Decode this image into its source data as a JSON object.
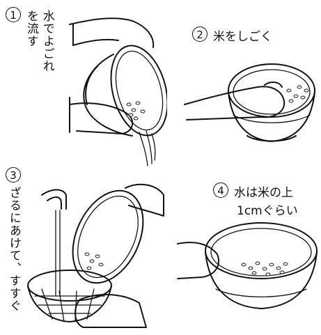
{
  "steps": [
    {
      "number": "1",
      "text_line1": "水でよごれ",
      "text_line2": "を流す"
    },
    {
      "number": "2",
      "text": "米をしごく"
    },
    {
      "number": "3",
      "text_line1": "ざるにあけて、すすぐ"
    },
    {
      "number": "4",
      "text_line1": "水は米の上",
      "text_line2": "1cmぐらい"
    }
  ]
}
